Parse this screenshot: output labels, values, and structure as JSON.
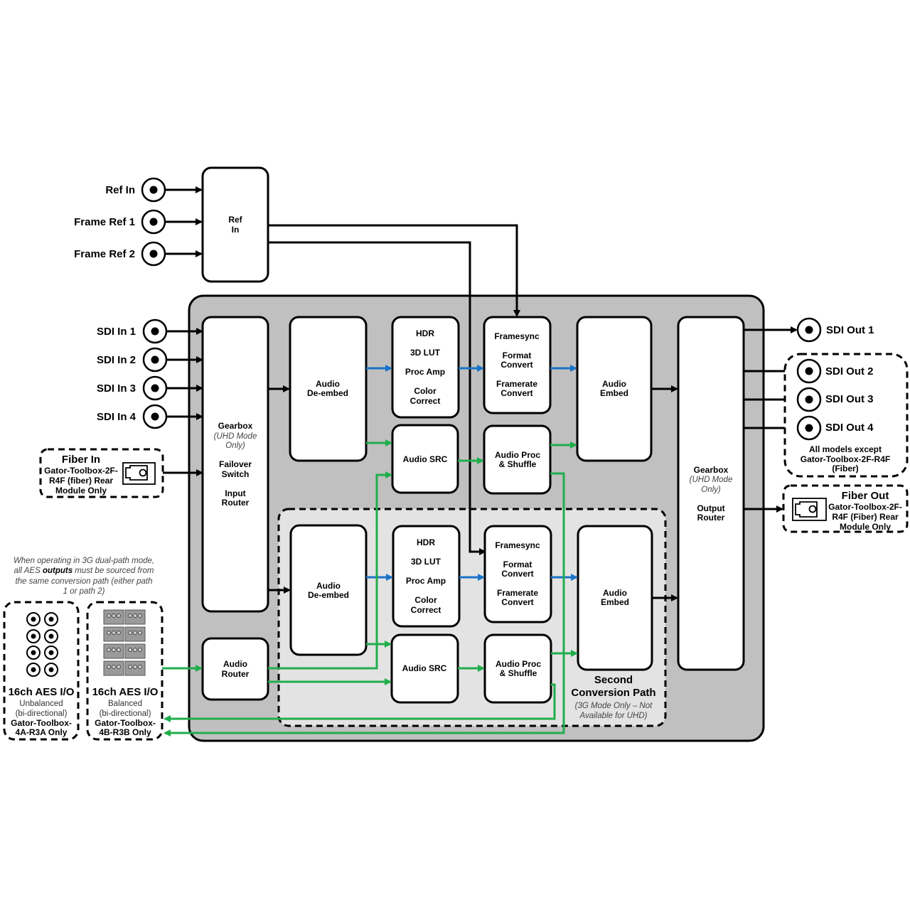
{
  "inputs": {
    "ref_in": "Ref In",
    "frame_ref_1": "Frame Ref 1",
    "frame_ref_2": "Frame Ref 2",
    "sdi_in_1": "SDI In 1",
    "sdi_in_2": "SDI In 2",
    "sdi_in_3": "SDI In 3",
    "sdi_in_4": "SDI In 4"
  },
  "fiber_in": {
    "title": "Fiber In",
    "lines": [
      "Gator-Toolbox-2F-",
      "R4F  (fiber) Rear",
      "Module Only"
    ]
  },
  "ref_block": {
    "lines": [
      "Ref",
      "In"
    ]
  },
  "input_block": {
    "gearbox": "Gearbox",
    "mode": [
      "(UHD Mode",
      "Only)"
    ],
    "failover": [
      "Failover",
      "Switch"
    ],
    "router": [
      "Input",
      "Router"
    ]
  },
  "path1": {
    "deembed": [
      "Audio",
      "De-embed"
    ],
    "proc": [
      "HDR",
      "3D LUT",
      "Proc Amp",
      "Color",
      "Correct"
    ],
    "framesync": [
      "Framesync",
      "Format",
      "Convert",
      "Framerate",
      "Convert"
    ],
    "embed": [
      "Audio",
      "Embed"
    ],
    "src": "Audio SRC",
    "shuffle": [
      "Audio Proc",
      "& Shuffle"
    ]
  },
  "path2": {
    "deembed": [
      "Audio",
      "De-embed"
    ],
    "proc": [
      "HDR",
      "3D LUT",
      "Proc Amp",
      "Color",
      "Correct"
    ],
    "framesync": [
      "Framesync",
      "Format",
      "Convert",
      "Framerate",
      "Convert"
    ],
    "embed": [
      "Audio",
      "Embed"
    ],
    "src": "Audio SRC",
    "shuffle": [
      "Audio Proc",
      "& Shuffle"
    ],
    "title": [
      "Second",
      "Conversion Path"
    ],
    "note": [
      "(3G Mode Only – Not",
      "Available for UHD)"
    ]
  },
  "audio_router": [
    "Audio",
    "Router"
  ],
  "output_block": {
    "gearbox": "Gearbox",
    "mode": [
      "(UHD Mode",
      "Only)"
    ],
    "router": [
      "Output",
      "Router"
    ]
  },
  "outputs": {
    "sdi_out_1": "SDI Out 1",
    "sdi_out_2": "SDI Out 2",
    "sdi_out_3": "SDI Out 3",
    "sdi_out_4": "SDI Out 4",
    "models_note": [
      "All models except",
      "Gator-Toolbox-2F-R4F",
      "(Fiber)"
    ]
  },
  "fiber_out": {
    "title": "Fiber Out",
    "lines": [
      "Gator-Toolbox-2F-",
      "R4F (Fiber) Rear",
      "Module Only"
    ]
  },
  "aes_note": {
    "line1": "When operating in 3G dual-path mode,",
    "line2_pre": "all AES ",
    "line2_bold": "outputs",
    "line2_post": " must be sourced from",
    "line3": "the same conversion path (either path",
    "line4": "1 or path 2)"
  },
  "aes_unbalanced": {
    "title": "16ch AES I/O",
    "type": "Unbalanced",
    "dir": "(bi-directional)",
    "model": [
      "Gator-Toolbox-",
      "4A-R3A Only"
    ]
  },
  "aes_balanced": {
    "title": "16ch AES I/O",
    "type": "Balanced",
    "dir": "(bi-directional)",
    "model": [
      "Gator-Toolbox-",
      "4B-R3B Only"
    ]
  },
  "colors": {
    "video_line": "#000000",
    "blue_audio": "#1a73c8",
    "green_audio": "#1fae4b",
    "main_panel": "#c0c0c0",
    "second_path_panel": "#e3e3e3"
  }
}
